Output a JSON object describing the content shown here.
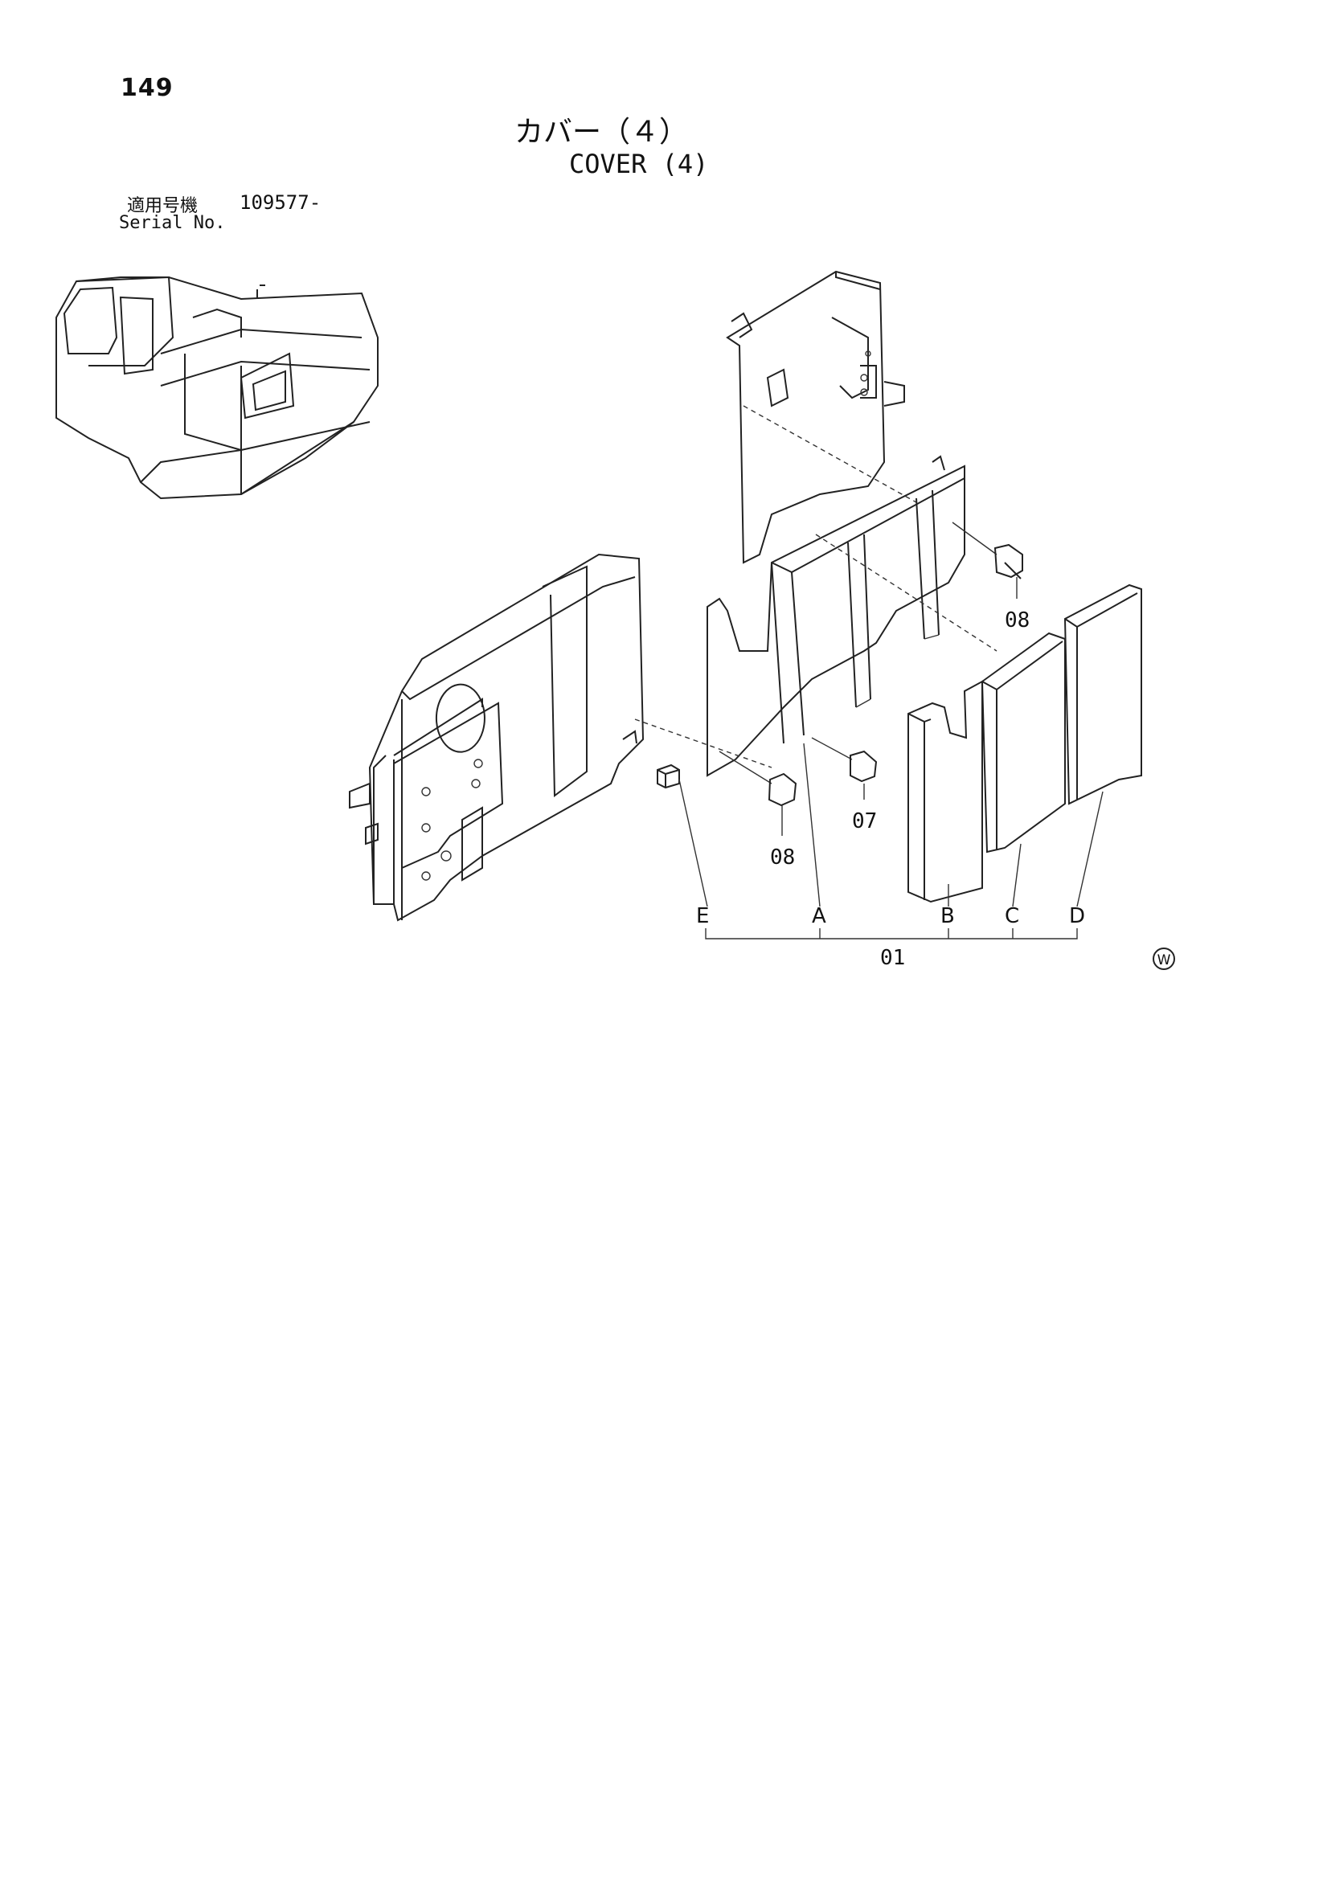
{
  "page_number": "149",
  "title_jp": "カバー（４）",
  "title_en": "COVER (4)",
  "serial": {
    "label_jp": "適用号機",
    "label_en": "Serial No.",
    "value": "109577-"
  },
  "part_labels": {
    "p08_upper": "08",
    "p08_lower": "08",
    "p07": "07",
    "p01": "01"
  },
  "sub_labels": {
    "a": "A",
    "b": "B",
    "c": "C",
    "d": "D",
    "e": "E"
  },
  "mark": "W"
}
